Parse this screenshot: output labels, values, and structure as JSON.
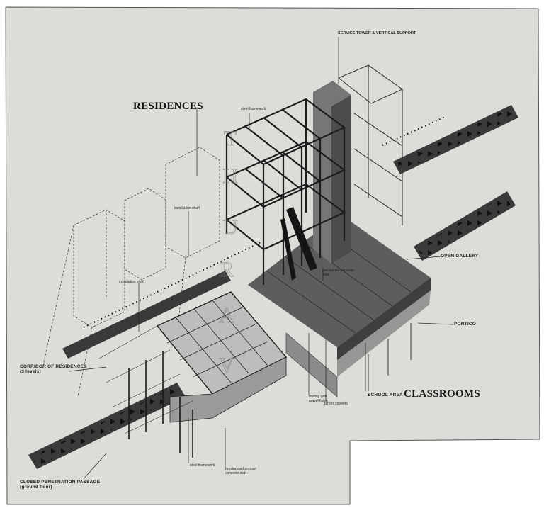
{
  "colors": {
    "paper": "#dddcd8",
    "frame": "#2a2a2a",
    "roof": "#5d5d5d",
    "roof_side": "#3e3e3e",
    "tower": "#767676",
    "passage": "#3a3a3a",
    "line": "#222222",
    "text": "#1e1e1e"
  },
  "labels": {
    "service_tower": "SERVICE TOWER & VERTICAL SUPPORT",
    "residences": "RESIDENCES",
    "steel_framework_top": "steel framework",
    "installation_shaft_1": "installation shaft",
    "installation_shaft_2": "installation shaft",
    "precast_tile": "precast tile-concrete\nslab",
    "open_gallery": "OPEN GALLERY",
    "portico": "PORTICO",
    "corridor_residences": "CORRIDOR OF RESIDENCES\n(3 levels)",
    "roofing": "roofing with\ngravel finish",
    "tar_covering": "tar tex covering",
    "school_area": "SCHOOL AREA",
    "classrooms": "CLASSROOMS",
    "steel_framework_bottom": "steel framework",
    "prestressed_slab": "prestressed precast\nconcrete slab",
    "closed_passage": "CLOSED PENETRATION PASSAGE\n(ground floor)"
  },
  "watermark_letters": [
    "T",
    "H",
    "U",
    "R",
    "A",
    "V"
  ]
}
